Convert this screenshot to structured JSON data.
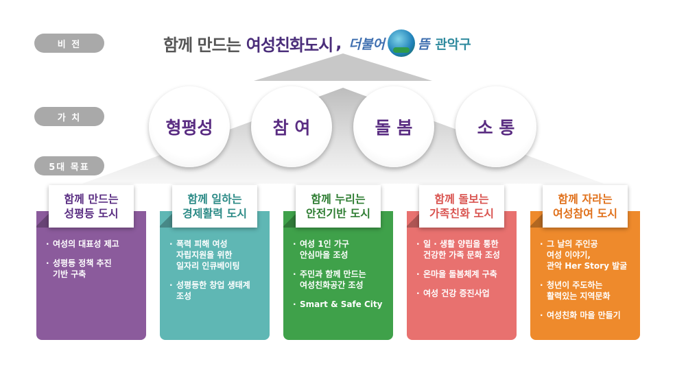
{
  "labels": {
    "vision": "비  전",
    "values": "가  치",
    "goals": "5대 목표"
  },
  "vision": {
    "part1": "함께 만드는",
    "part2": "여성친화도시",
    "comma": ",",
    "slogan1": "더불어",
    "slogan2": "뜸",
    "slogan3": "관악구"
  },
  "values": [
    "형평성",
    "참 여",
    "돌 봄",
    "소 통"
  ],
  "goals": [
    {
      "line1": "함께 만드는",
      "line2": "성평등 도시",
      "color": "#8b5b9c",
      "title_color": "#5a2d82",
      "items": [
        "여성의 대표성 제고",
        "성평등 정책 추진\n기반 구축"
      ]
    },
    {
      "line1": "함께 일하는",
      "line2": "경제활력 도시",
      "color": "#5fb7b4",
      "title_color": "#2b8a86",
      "items": [
        "폭력 피해 여성\n자립지원을 위한\n일자리 인큐베이팅",
        "성평등한 창업 생태계\n조성"
      ]
    },
    {
      "line1": "함께 누리는",
      "line2": "안전기반 도시",
      "color": "#3fa14a",
      "title_color": "#2e7d32",
      "items": [
        "여성 1인 가구\n안심마을 조성",
        "주민과 함께 만드는\n여성친화공간 조성",
        "Smart & Safe City"
      ]
    },
    {
      "line1": "함께 돌보는",
      "line2": "가족친화 도시",
      "color": "#e8716f",
      "title_color": "#d9534f",
      "items": [
        "일 · 생활 양립을 통한\n건강한 가족 문화 조성",
        "온마을 돌봄체계 구축",
        "여성 건강 증진사업"
      ]
    },
    {
      "line1": "함께 자라는",
      "line2": "여성참여 도시",
      "color": "#ee8a2c",
      "title_color": "#e0701a",
      "items": [
        "그 날의 주인공\n여성 이야기,\n관악 Her Story 발굴",
        "청년이 주도하는\n활력있는 지역문화",
        "여성친화 마을 만들기"
      ]
    }
  ],
  "colors": {
    "label_bg": "#a9a9a9",
    "value_text": "#5a2d82",
    "vision_accent": "#4a2d7a"
  }
}
